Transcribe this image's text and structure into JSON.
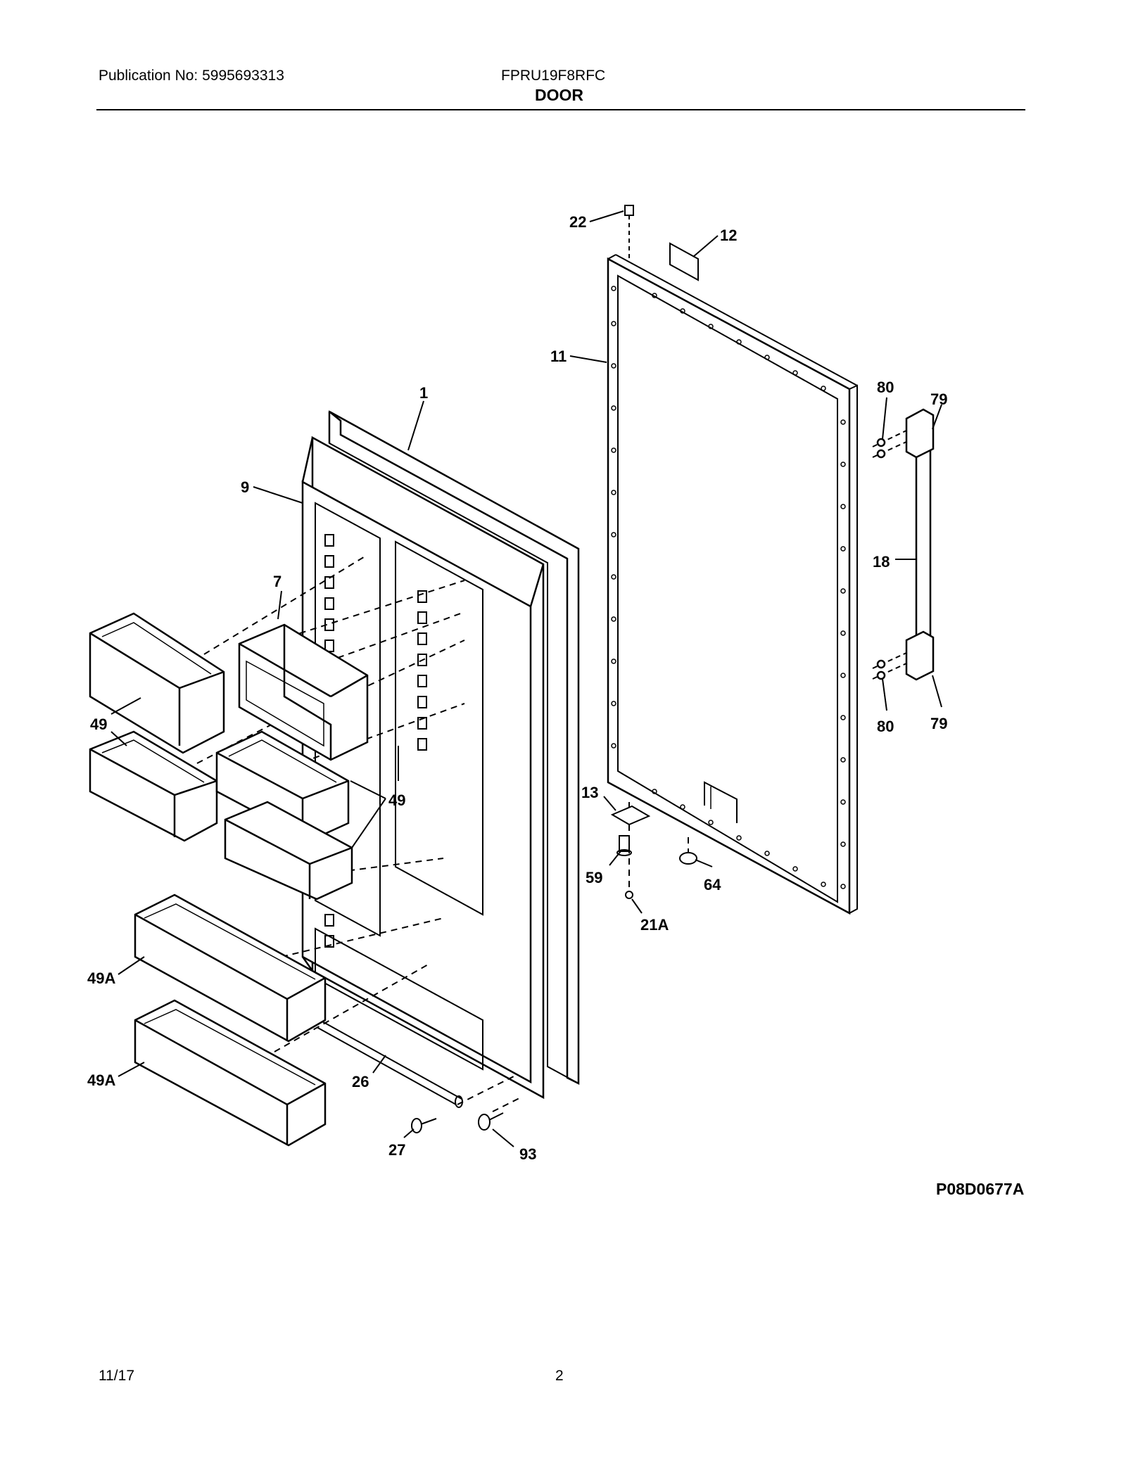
{
  "header": {
    "publication": "Publication No: 5995693313",
    "model": "FPRU19F8RFC",
    "section_title": "DOOR"
  },
  "diagram": {
    "drawing_code": "P08D0677A",
    "callouts": {
      "c1": "1",
      "c7": "7",
      "c9": "9",
      "c11": "11",
      "c12": "12",
      "c13": "13",
      "c18": "18",
      "c21a": "21A",
      "c22": "22",
      "c26": "26",
      "c27": "27",
      "c49a": "49",
      "c49b": "49",
      "c49aa": "49A",
      "c49ab": "49A",
      "c59": "59",
      "c64": "64",
      "c79a": "79",
      "c79b": "79",
      "c80a": "80",
      "c80b": "80",
      "c93": "93"
    }
  },
  "footer": {
    "date": "11/17",
    "page": "2"
  }
}
